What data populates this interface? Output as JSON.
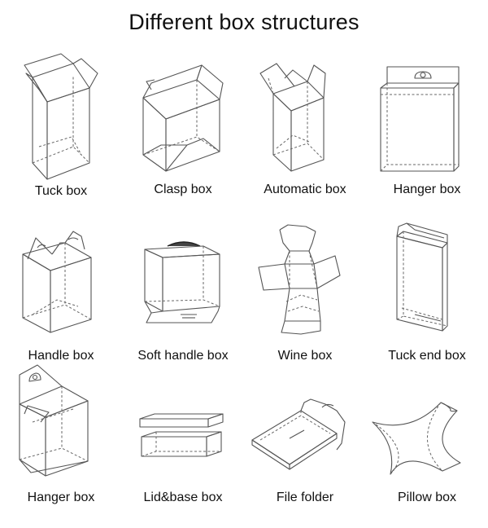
{
  "title": "Different box structures",
  "boxes": [
    {
      "label": "Tuck box"
    },
    {
      "label": "Clasp box"
    },
    {
      "label": "Automatic box"
    },
    {
      "label": "Hanger box"
    },
    {
      "label": "Handle box"
    },
    {
      "label": "Soft handle box"
    },
    {
      "label": "Wine box"
    },
    {
      "label": "Tuck end box"
    },
    {
      "label": "Hanger box"
    },
    {
      "label": "Lid&base box"
    },
    {
      "label": "File folder"
    },
    {
      "label": "Pillow box"
    }
  ]
}
